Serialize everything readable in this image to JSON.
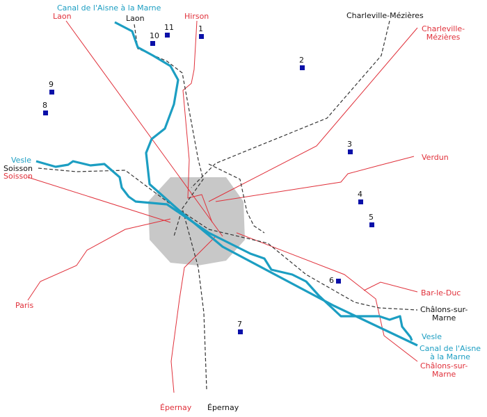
{
  "colors": {
    "road": "#e0303a",
    "rail": "#333333",
    "water": "#1c9ec2",
    "zone": "#c8c8c8",
    "marker": "#0a10a8"
  },
  "labels": {
    "canal_top": "Canal de l'Aisne à la Marne",
    "laon_road": "Laon",
    "laon_rail": "Laon",
    "hirson": "Hirson",
    "charleville_rail": "Charleville-Mézières",
    "charleville_road_1": "Charleville-",
    "charleville_road_2": "Mézières",
    "verdun": "Verdun",
    "vesle_left": "Vesle",
    "soisson_rail": "Soisson",
    "soisson_road": "Soisson",
    "paris": "Paris",
    "bar_le_duc": "Bar-le-Duc",
    "chalons_rail_1": "Châlons-sur-",
    "chalons_rail_2": "Marne",
    "vesle_right": "Vesle",
    "canal_right_1": "Canal de l'Aisne",
    "canal_right_2": "à la Marne",
    "chalons_road_1": "Châlons-sur-",
    "chalons_road_2": "Marne",
    "epernay_road": "Épernay",
    "epernay_rail": "Épernay"
  },
  "markers": [
    "1",
    "2",
    "3",
    "4",
    "5",
    "6",
    "7",
    "8",
    "9",
    "10",
    "11"
  ]
}
